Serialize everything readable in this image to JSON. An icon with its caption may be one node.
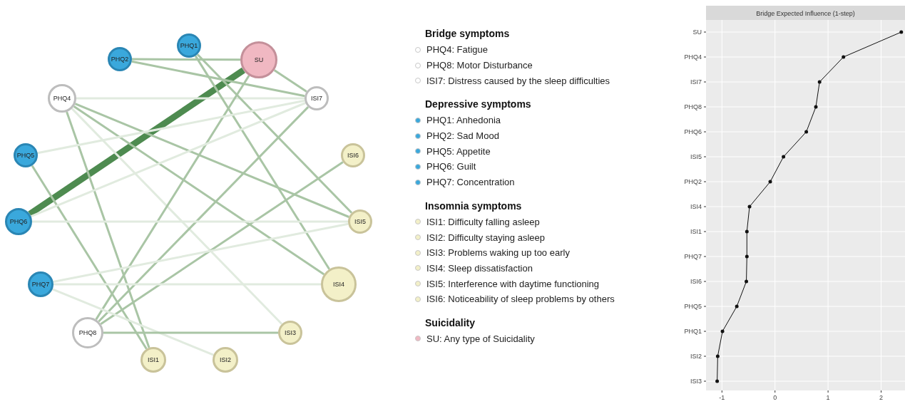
{
  "diagram": {
    "nodes": [
      {
        "text": [
          "PHQ1"
        ]
      },
      {
        "text": [
          "PHQ2"
        ]
      },
      {
        "text": [
          "SU"
        ]
      },
      {
        "text": [
          "PHQ4"
        ]
      },
      {
        "text": [
          "ISI7"
        ]
      },
      {
        "text": [
          "PHQ5"
        ]
      },
      {
        "text": [
          "ISI6"
        ]
      },
      {
        "text": [
          "PHQ6"
        ]
      },
      {
        "text": [
          "ISI5"
        ]
      },
      {
        "text": [
          "PHQ7"
        ]
      },
      {
        "text": [
          "ISI4"
        ]
      },
      {
        "text": [
          "PHQ8"
        ]
      },
      {
        "text": [
          "ISI3"
        ]
      },
      {
        "text": [
          "ISI1"
        ]
      },
      {
        "text": [
          "ISI2"
        ]
      }
    ],
    "edges": [
      {
        "from": 7,
        "to": 2,
        "arrow": "none",
        "style": "thick",
        "color": "#4e8b50"
      },
      {
        "from": 1,
        "to": 2,
        "arrow": "none"
      },
      {
        "from": 1,
        "to": 4,
        "arrow": "none"
      },
      {
        "from": 2,
        "to": 4,
        "arrow": "none"
      },
      {
        "from": 3,
        "to": 4,
        "arrow": "none",
        "color": "#e1ebdf"
      },
      {
        "from": 3,
        "to": 8,
        "arrow": "none"
      },
      {
        "from": 3,
        "to": 10,
        "arrow": "none"
      },
      {
        "from": 3,
        "to": 13,
        "arrow": "none"
      },
      {
        "from": 3,
        "to": 12,
        "arrow": "none",
        "color": "#e1ebdf"
      },
      {
        "from": 0,
        "to": 8,
        "arrow": "none"
      },
      {
        "from": 0,
        "to": 10,
        "arrow": "none"
      },
      {
        "from": 2,
        "to": 11,
        "arrow": "none"
      },
      {
        "from": 4,
        "to": 11,
        "arrow": "none"
      },
      {
        "from": 6,
        "to": 11,
        "arrow": "none"
      },
      {
        "from": 5,
        "to": 13,
        "arrow": "none"
      },
      {
        "from": 5,
        "to": 4,
        "arrow": "none",
        "color": "#e1ebdf"
      },
      {
        "from": 7,
        "to": 4,
        "arrow": "none",
        "color": "#e1ebdf"
      },
      {
        "from": 7,
        "to": 8,
        "arrow": "none",
        "color": "#e1ebdf"
      },
      {
        "from": 9,
        "to": 8,
        "arrow": "none",
        "color": "#e1ebdf"
      },
      {
        "from": 9,
        "to": 10,
        "arrow": "none",
        "color": "#e1ebdf"
      },
      {
        "from": 9,
        "to": 14,
        "arrow": "none",
        "color": "#e1ebdf"
      },
      {
        "from": 11,
        "to": 12,
        "arrow": "none"
      }
    ],
    "labels": [
      "Bridge symptoms",
      "Depressive symptoms",
      "Insomnia symptoms",
      "Suicidality"
    ],
    "legend": [
      {
        "text": "PHQ4: Fatigue",
        "color": "#ffffff"
      },
      {
        "text": "PHQ8: Motor Disturbance",
        "color": "#ffffff"
      },
      {
        "text": "ISI7: Distress caused by the sleep difficulties",
        "color": "#ffffff"
      },
      {
        "text": "PHQ1: Anhedonia",
        "color": "#3aa8dc"
      },
      {
        "text": "PHQ2: Sad Mood",
        "color": "#3aa8dc"
      },
      {
        "text": "PHQ5: Appetite",
        "color": "#3aa8dc"
      },
      {
        "text": "PHQ6: Guilt",
        "color": "#3aa8dc"
      },
      {
        "text": "PHQ7: Concentration",
        "color": "#3aa8dc"
      },
      {
        "text": "ISI1: Difficulty falling asleep",
        "color": "#f3f0c8"
      },
      {
        "text": "ISI2: Difficulty staying asleep",
        "color": "#f3f0c8"
      },
      {
        "text": "ISI3: Problems waking up too early",
        "color": "#f3f0c8"
      },
      {
        "text": "ISI4: Sleep dissatisfaction",
        "color": "#f3f0c8"
      },
      {
        "text": "ISI5: Interference with daytime functioning",
        "color": "#f3f0c8"
      },
      {
        "text": "ISI6: Noticeability of sleep problems by others",
        "color": "#f3f0c8"
      },
      {
        "text": "SU: Any type of Suicidality",
        "color": "#f0b8c2"
      }
    ],
    "chart_data": {
      "type": "line",
      "orientation": "horizontal",
      "title": "Bridge Expected Influence (1-step)",
      "categories": [
        "SU",
        "PHQ4",
        "ISI7",
        "PHQ8",
        "PHQ6",
        "ISI5",
        "PHQ2",
        "ISI4",
        "ISI1",
        "PHQ7",
        "ISI6",
        "PHQ5",
        "PHQ1",
        "ISI2",
        "ISI3"
      ],
      "values": [
        2.38,
        1.29,
        0.84,
        0.77,
        0.59,
        0.16,
        -0.09,
        -0.48,
        -0.53,
        -0.53,
        -0.54,
        -0.72,
        -0.99,
        -1.08,
        -1.09
      ],
      "xticks": [
        -1,
        0,
        1,
        2
      ],
      "xlim": [
        -1.3,
        2.45
      ],
      "grid": true
    }
  }
}
